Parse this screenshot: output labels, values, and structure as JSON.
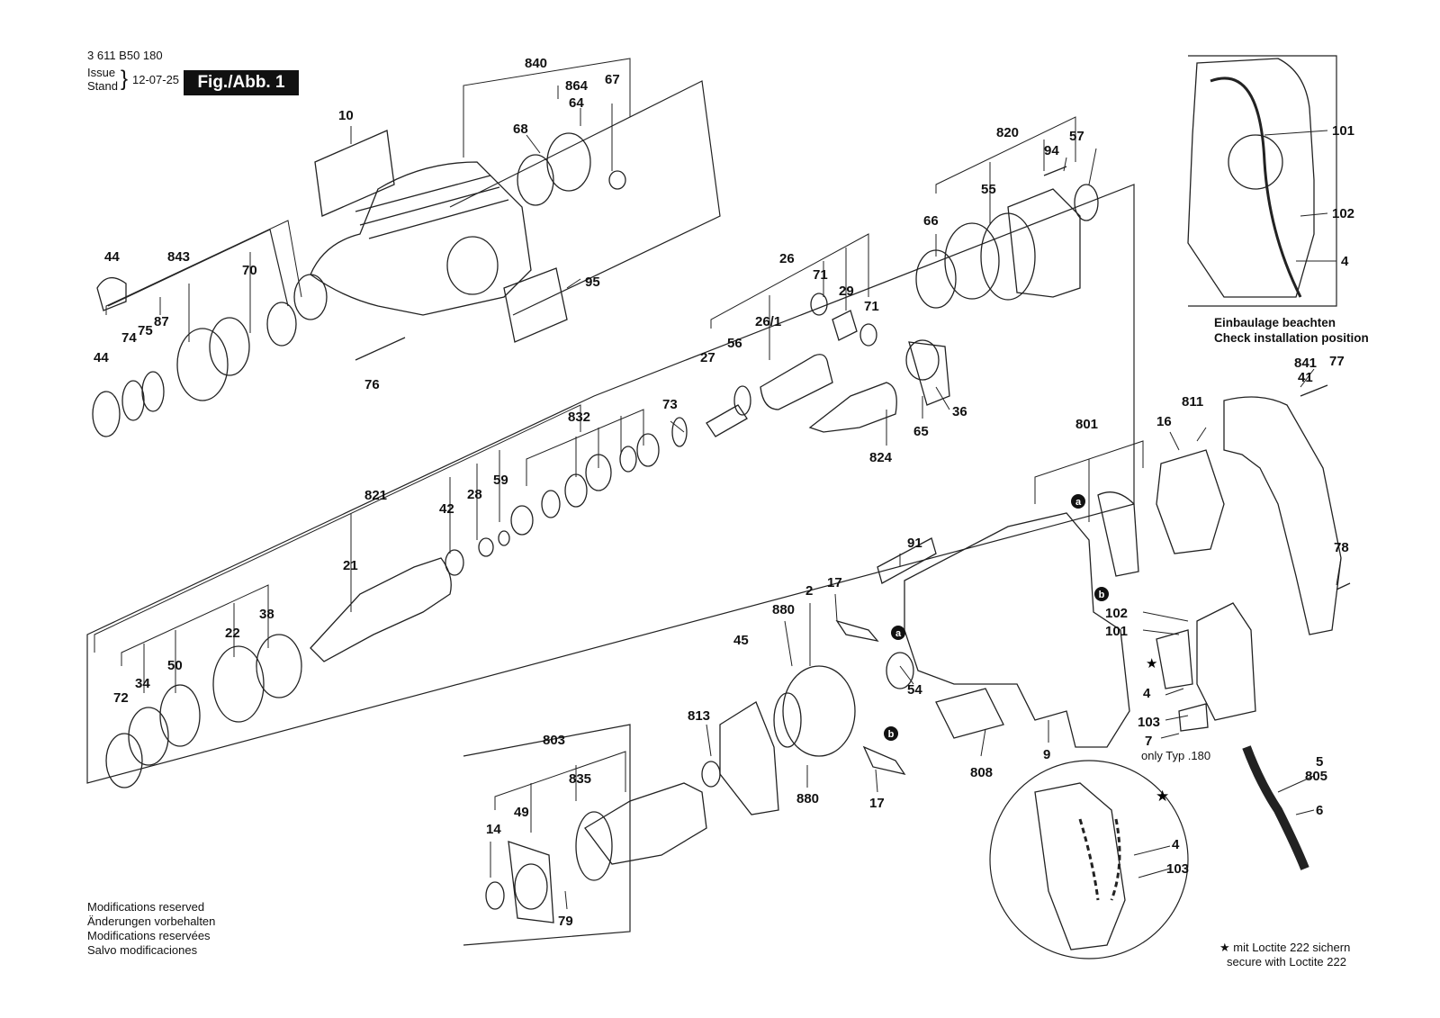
{
  "header": {
    "drawing_no": "3 611 B50 180",
    "issue_label_en": "Issue",
    "issue_label_de": "Stand",
    "date": "12-07-25",
    "figure": "Fig./Abb. 1"
  },
  "notes": [
    "Modifications reserved",
    "Änderungen vorbehalten",
    "Modifications reservées",
    "Salvo modificaciones"
  ],
  "install_note": [
    "Einbaulage beachten",
    "Check installation position"
  ],
  "loctite_note": [
    "★ mit Loctite 222 sichern",
    "secure with Loctite 222"
  ],
  "type_note": "only Typ .180",
  "markers": {
    "a": "a",
    "b": "b",
    "star": "★"
  },
  "part_numbers": {
    "p10": "10",
    "p840": "840",
    "p864": "864",
    "p67": "67",
    "p68": "68",
    "p64": "64",
    "p95": "95",
    "p44a": "44",
    "p843": "843",
    "p70": "70",
    "p74": "74",
    "p75": "75",
    "p87": "87",
    "p44b": "44",
    "p76": "76",
    "p820": "820",
    "p94": "94",
    "p57": "57",
    "p55": "55",
    "p66": "66",
    "p26": "26",
    "p71a": "71",
    "p29": "29",
    "p71b": "71",
    "p26_1": "26/1",
    "p56": "56",
    "p27": "27",
    "p36": "36",
    "p65": "65",
    "p824": "824",
    "p73": "73",
    "p832": "832",
    "p821": "821",
    "p42": "42",
    "p28": "28",
    "p59": "59",
    "p21": "21",
    "p22": "22",
    "p38": "38",
    "p50": "50",
    "p34": "34",
    "p72": "72",
    "p101a": "101",
    "p102a": "102",
    "p4a": "4",
    "p841": "841",
    "p41": "41",
    "p77": "77",
    "p811": "811",
    "p16": "16",
    "p801": "801",
    "p78": "78",
    "p91": "91",
    "p2": "2",
    "p17a": "17",
    "p880a": "880",
    "p45": "45",
    "p54": "54",
    "p102b": "102",
    "p101b": "101",
    "p4b": "4",
    "p103a": "103",
    "p7": "7",
    "p9": "9",
    "p808": "808",
    "p813": "813",
    "p880b": "880",
    "p17b": "17",
    "p803": "803",
    "p835": "835",
    "p49": "49",
    "p14": "14",
    "p79": "79",
    "p5": "5",
    "p805": "805",
    "p6": "6",
    "p4c": "4",
    "p103b": "103"
  }
}
